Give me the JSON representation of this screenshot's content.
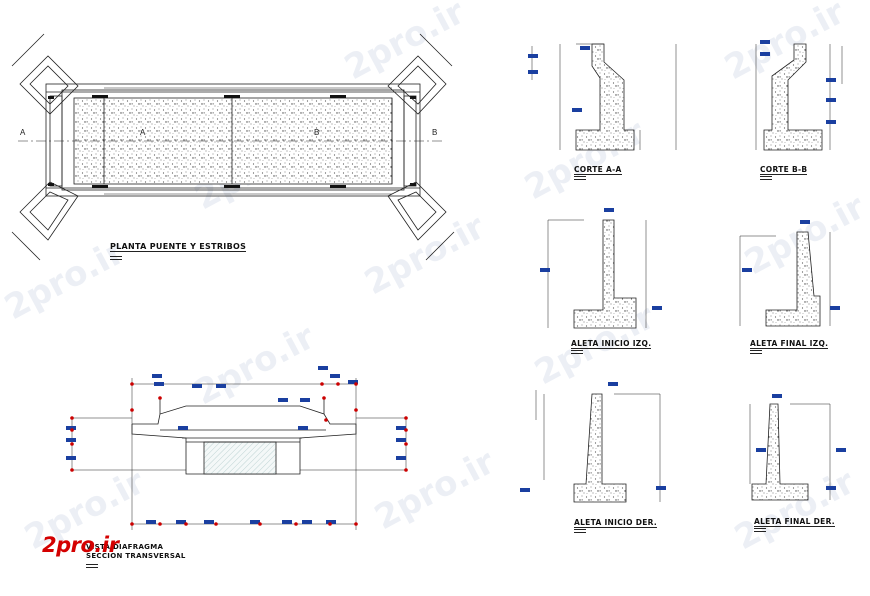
{
  "brand": {
    "logo_text": "2pro.ir",
    "watermark_text": "2pro.ir",
    "accent": "#d40000"
  },
  "colors": {
    "line": "#222222",
    "dim_marker": "#1a3fa0",
    "dim_dot": "#cc0000",
    "hatch_dot": "#555555"
  },
  "plan": {
    "title": "PLANTA PUENTE Y ESTRIBOS",
    "section_a": "A",
    "section_b": "B"
  },
  "cross_section": {
    "title": "VISTA DIAFRAGMA\nSECCION TRANSVERSAL"
  },
  "details": [
    {
      "id": "corte-a-a",
      "title": "CORTE A-A"
    },
    {
      "id": "corte-b-b",
      "title": "CORTE B-B"
    },
    {
      "id": "aleta-inicio-izq",
      "title": "ALETA INICIO IZQ."
    },
    {
      "id": "aleta-final-izq",
      "title": "ALETA FINAL IZQ."
    },
    {
      "id": "aleta-inicio-der",
      "title": "ALETA INICIO DER."
    },
    {
      "id": "aleta-final-der",
      "title": "ALETA FINAL DER."
    }
  ]
}
